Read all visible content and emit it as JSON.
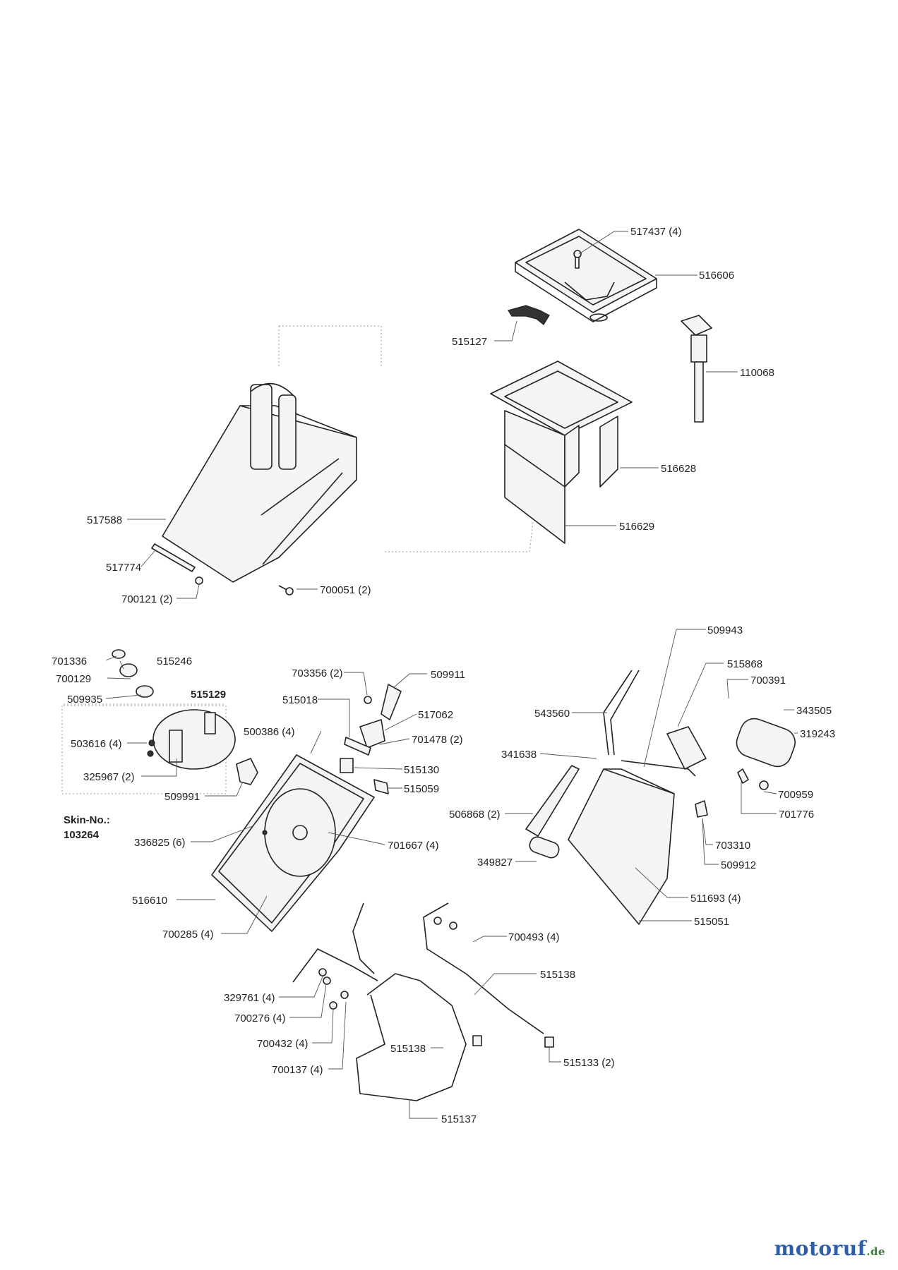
{
  "labels": {
    "p517437": "517437 (4)",
    "p516606": "516606",
    "p515127": "515127",
    "p110068": "110068",
    "p516628": "516628",
    "p516629": "516629",
    "p517588": "517588",
    "p517774": "517774",
    "p700121": "700121 (2)",
    "p700051": "700051 (2)",
    "p701336": "701336",
    "p515246": "515246",
    "p700129": "700129",
    "p509935": "509935",
    "p515129": "515129",
    "p503616": "503616 (4)",
    "p325967": "325967 (2)",
    "skin_label": "Skin-No.:",
    "skin_no": "103264",
    "p509991": "509991",
    "p336825": "336825 (6)",
    "p516610": "516610",
    "p700285": "700285 (4)",
    "p703356": "703356 (2)",
    "p515018": "515018",
    "p509911": "509911",
    "p517062": "517062",
    "p500386": "500386 (4)",
    "p701478": "701478 (2)",
    "p515130": "515130",
    "p515059": "515059",
    "p701667": "701667 (4)",
    "p509943": "509943",
    "p515868": "515868",
    "p700391": "700391",
    "p343505": "343505",
    "p319243": "319243",
    "p543560": "543560",
    "p341638": "341638",
    "p506868": "506868 (2)",
    "p349827": "349827",
    "p700959": "700959",
    "p701776": "701776",
    "p703310": "703310",
    "p509912": "509912",
    "p511693": "511693 (4)",
    "p515051": "515051",
    "p700493": "700493 (4)",
    "p515138a": "515138",
    "p329761": "329761 (4)",
    "p700276": "700276 (4)",
    "p700432": "700432 (4)",
    "p515138b": "515138",
    "p700137": "700137 (4)",
    "p515133": "515133 (2)",
    "p515137": "515137"
  },
  "logo": {
    "name": "motoruf",
    "tld": ".de"
  }
}
